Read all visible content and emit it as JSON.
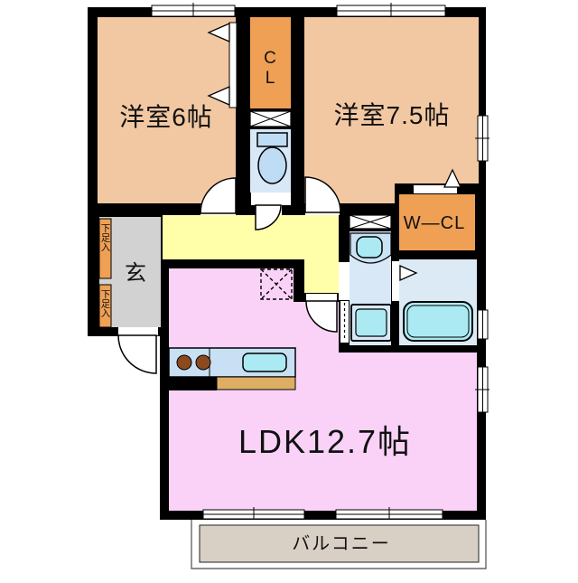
{
  "floorplan": {
    "bedroom1_label": "洋室6帖",
    "bedroom2_label": "洋室7.5帖",
    "closet_line1": "C",
    "closet_line2": "L",
    "walkin_closet_label": "W—CL",
    "entrance_label": "玄",
    "shoebox1_label": "下足入",
    "shoebox2_label": "下足入",
    "ldk_label": "LDK12.7帖",
    "balcony_label": "バルコニー",
    "colors": {
      "wall": "#000000",
      "bedroom_fill": "#F2C8A2",
      "closet_fill": "#EFA055",
      "hallway_fill": "#FFFFAA",
      "ldk_fill": "#FAD2F8",
      "wetroom_fill": "#D8E8F7",
      "fixture_cyan": "#ABEAF2",
      "fixture_blue": "#BFDCF5",
      "entrance_fill": "#D2D2D2",
      "balcony_fill": "#D8D0C5",
      "counter_fill": "#C9E0F4",
      "counter_edge": "#DDAE63",
      "burner_brown": "#8B4A1E"
    }
  }
}
